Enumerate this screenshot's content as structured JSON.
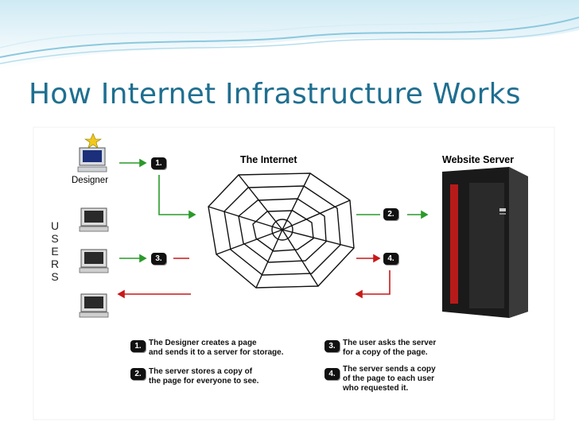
{
  "slide": {
    "title": "How Internet Infrastructure Works"
  },
  "diagram": {
    "internet_label": "The Internet",
    "server_label": "Website Server",
    "designer_label": "Designer",
    "users_letters": [
      "U",
      "S",
      "E",
      "R",
      "S"
    ],
    "arrow_badges": [
      "1.",
      "2.",
      "3.",
      "4."
    ],
    "steps": [
      {
        "badge": "1.",
        "lines": [
          "The Designer creates a page",
          "and sends it to a server for storage."
        ]
      },
      {
        "badge": "2.",
        "lines": [
          "The server stores a copy of",
          "the page for everyone to see."
        ]
      },
      {
        "badge": "3.",
        "lines": [
          "The user asks the server",
          "for a copy of the page."
        ]
      },
      {
        "badge": "4.",
        "lines": [
          "The server sends a copy",
          "of the page to each user",
          "who requested it."
        ]
      }
    ]
  },
  "colors": {
    "title": "#1f6f90",
    "wave": "#9fd3e6",
    "green_arrow": "#2a9a2a",
    "red_arrow": "#c81818",
    "server_red": "#b81a1a"
  },
  "icons": [
    "computer-icon",
    "star-icon",
    "spider-web-icon",
    "server-icon",
    "arrow-icon"
  ]
}
